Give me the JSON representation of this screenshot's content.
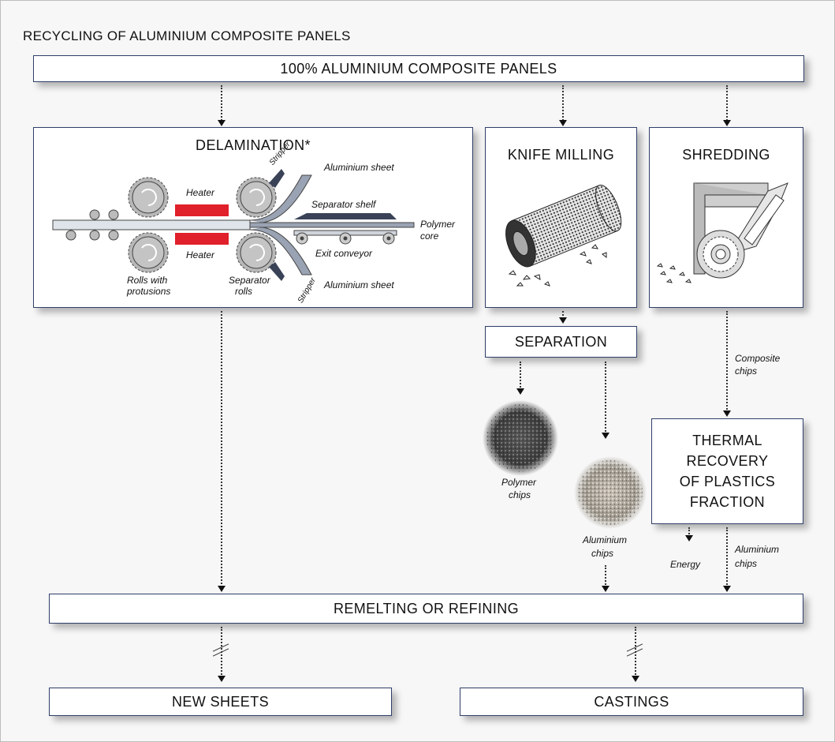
{
  "title": "RECYCLING OF ALUMINIUM COMPOSITE PANELS",
  "nodes": {
    "top": "100% ALUMINIUM COMPOSITE PANELS",
    "delamination": "DELAMINATION*",
    "knife_milling": "KNIFE MILLING",
    "shredding": "SHREDDING",
    "separation": "SEPARATION",
    "thermal": [
      "THERMAL",
      "RECOVERY",
      "OF PLASTICS",
      "FRACTION"
    ],
    "remelting": "REMELTING OR REFINING",
    "new_sheets": "NEW SHEETS",
    "castings": "CASTINGS"
  },
  "delamination_labels": {
    "aluminium_sheet_top": "Aluminium sheet",
    "aluminium_sheet_bottom": "Aluminium sheet",
    "heater_top": "Heater",
    "heater_bottom": "Heater",
    "separator_shelf": "Separator shelf",
    "polymer_core": [
      "Polymer",
      "core"
    ],
    "exit_conveyor": "Exit conveyor",
    "rolls_with_protusions": [
      "Rolls with",
      "protusions"
    ],
    "separator_rolls": [
      "Separator",
      "rolls"
    ],
    "stripper_top": "Stripper",
    "stripper_bottom": "Stripper"
  },
  "flow_labels": {
    "composite_chips": [
      "Composite",
      "chips"
    ],
    "polymer_chips": [
      "Polymer",
      "chips"
    ],
    "aluminium_chips_separation": [
      "Aluminium",
      "chips"
    ],
    "energy": "Energy",
    "aluminium_chips_thermal": [
      "Aluminium",
      "chips"
    ]
  },
  "colors": {
    "box_border": "#2f3f6a",
    "heater": "#e0202a",
    "roll_fill": "#b8b8b8",
    "sheet": "#9aa3b3"
  }
}
